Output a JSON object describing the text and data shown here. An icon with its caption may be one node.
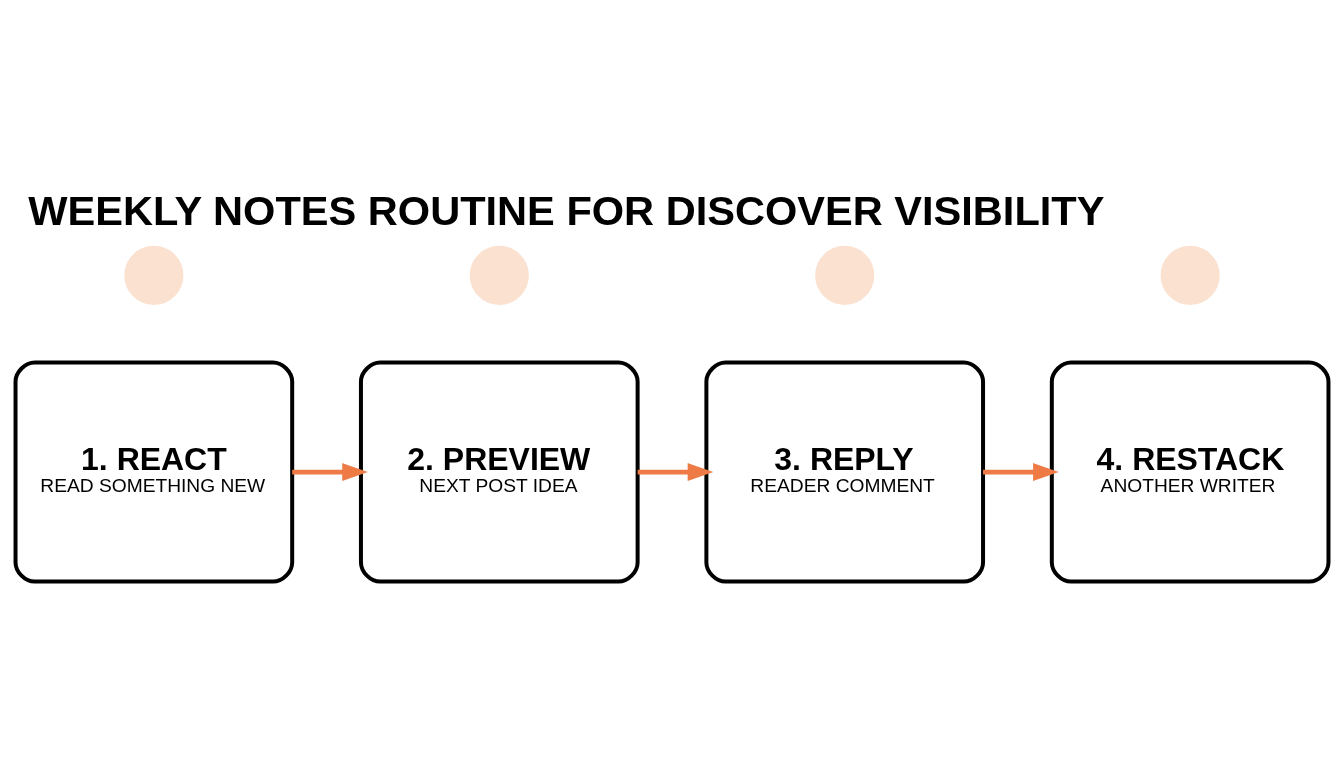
{
  "diagram": {
    "title": "WEEKLY NOTES ROUTINE FOR DISCOVER VISIBILITY",
    "nodes": [
      {
        "text": [
          "1. REACT",
          "READ SOMETHING NEW"
        ]
      },
      {
        "text": [
          "2. PREVIEW",
          "NEXT POST IDEA"
        ]
      },
      {
        "text": [
          "3. REPLY",
          "READER COMMENT"
        ]
      },
      {
        "text": [
          "4. RESTACK",
          "ANOTHER WRITER"
        ]
      },
      {
        "text": [],
        "shape": "circle"
      },
      {
        "text": [],
        "shape": "circle"
      },
      {
        "text": [],
        "shape": "circle"
      },
      {
        "text": [],
        "shape": "circle"
      }
    ],
    "edges": [
      {
        "from": 0,
        "to": 1,
        "arrow": "to"
      },
      {
        "from": 1,
        "to": 2,
        "arrow": "to"
      },
      {
        "from": 2,
        "to": 3,
        "arrow": "to"
      }
    ]
  }
}
